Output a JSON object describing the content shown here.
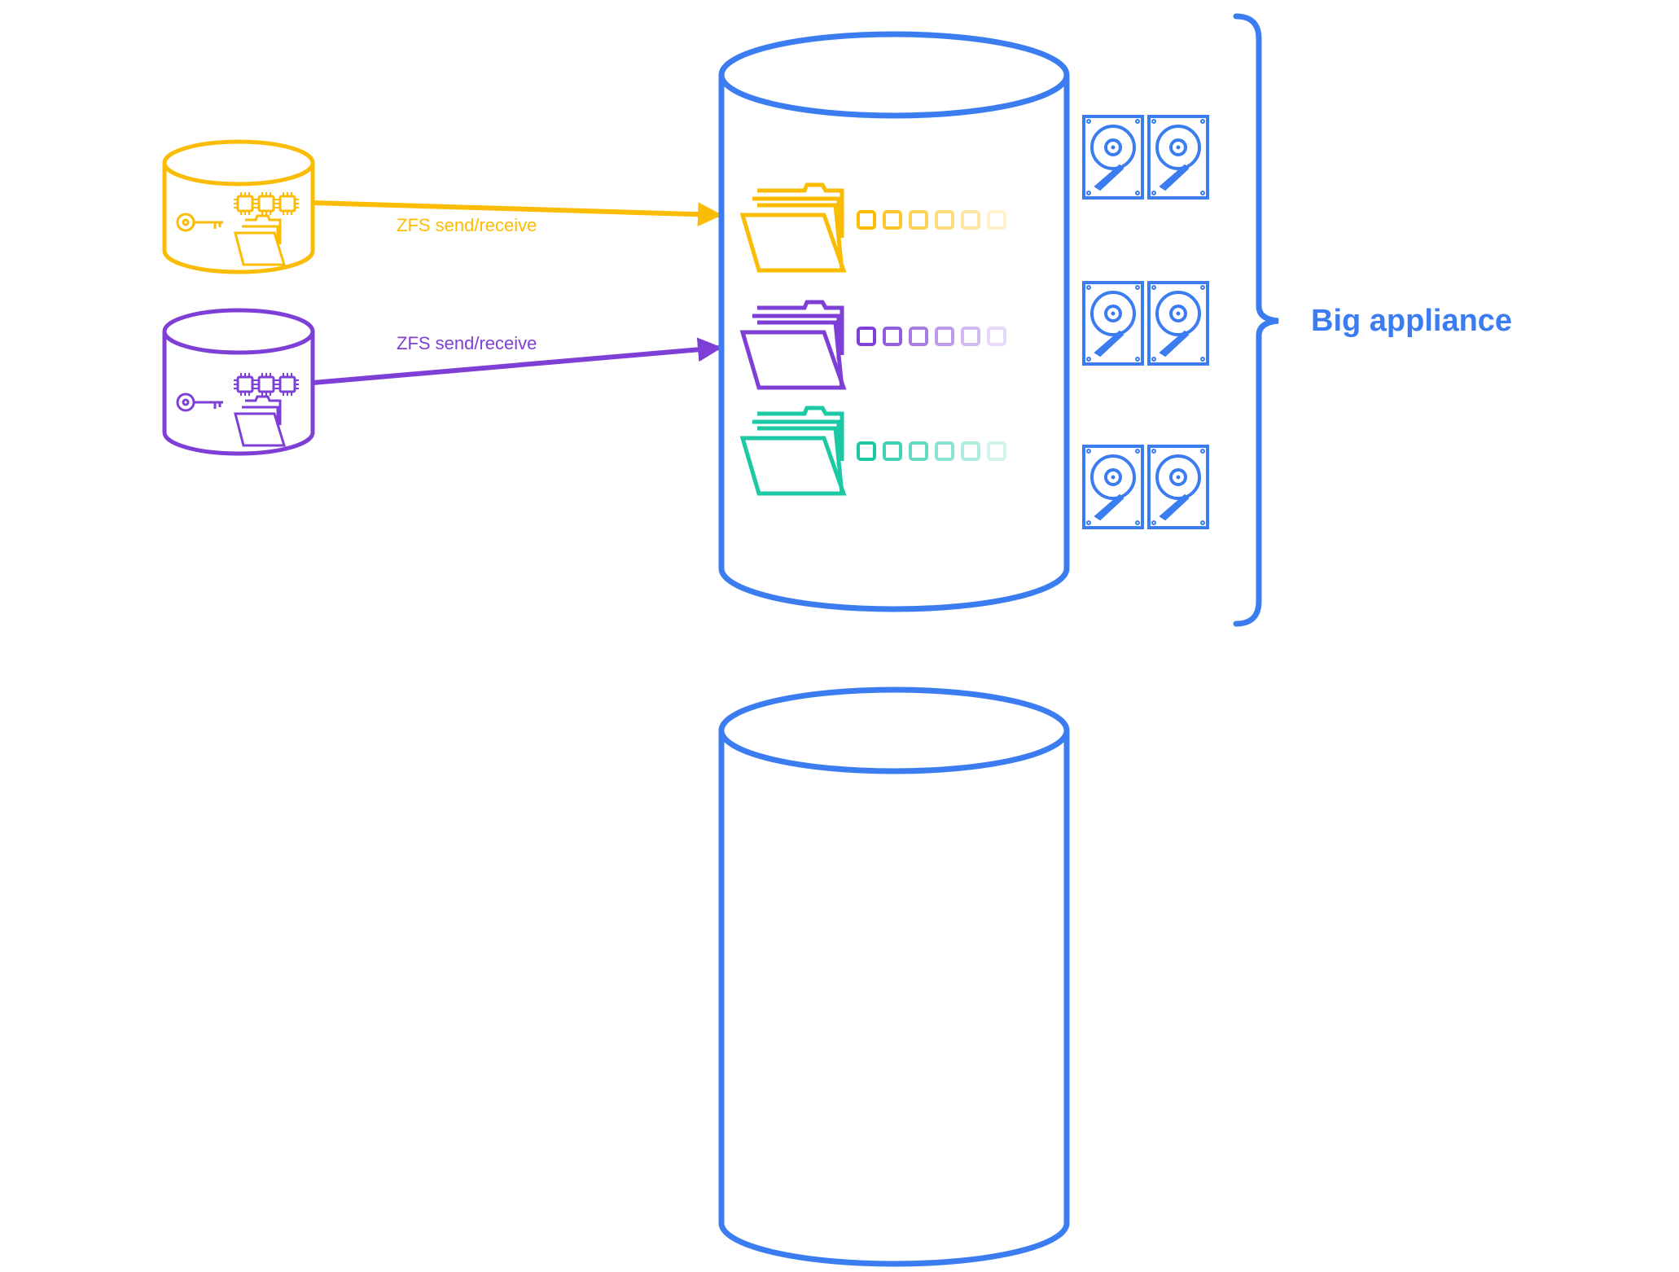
{
  "colors": {
    "yellow": "#FBBC05",
    "purple": "#7E3FD6",
    "teal": "#1DC9A4",
    "blue": "#3B7DF0"
  },
  "arrows": [
    {
      "label": "ZFS send/receive",
      "color": "yellow",
      "from": "small-pool-yellow",
      "to": "dataset-yellow"
    },
    {
      "label": "ZFS send/receive",
      "color": "purple",
      "from": "small-pool-purple",
      "to": "dataset-purple"
    }
  ],
  "small_pools": [
    {
      "color": "yellow",
      "icons": [
        "key-icon",
        "chip-icon",
        "chip-icon",
        "chip-icon",
        "folder-icon"
      ]
    },
    {
      "color": "purple",
      "icons": [
        "key-icon",
        "chip-icon",
        "chip-icon",
        "chip-icon",
        "folder-icon"
      ]
    }
  ],
  "datasets": [
    {
      "color": "yellow",
      "snapshot_count": 6,
      "icon": "folder-icon"
    },
    {
      "color": "purple",
      "snapshot_count": 6,
      "icon": "folder-icon"
    },
    {
      "color": "teal",
      "snapshot_count": 6,
      "icon": "folder-icon"
    }
  ],
  "disk_count": 6,
  "brace": {
    "label": "Big appliance"
  }
}
